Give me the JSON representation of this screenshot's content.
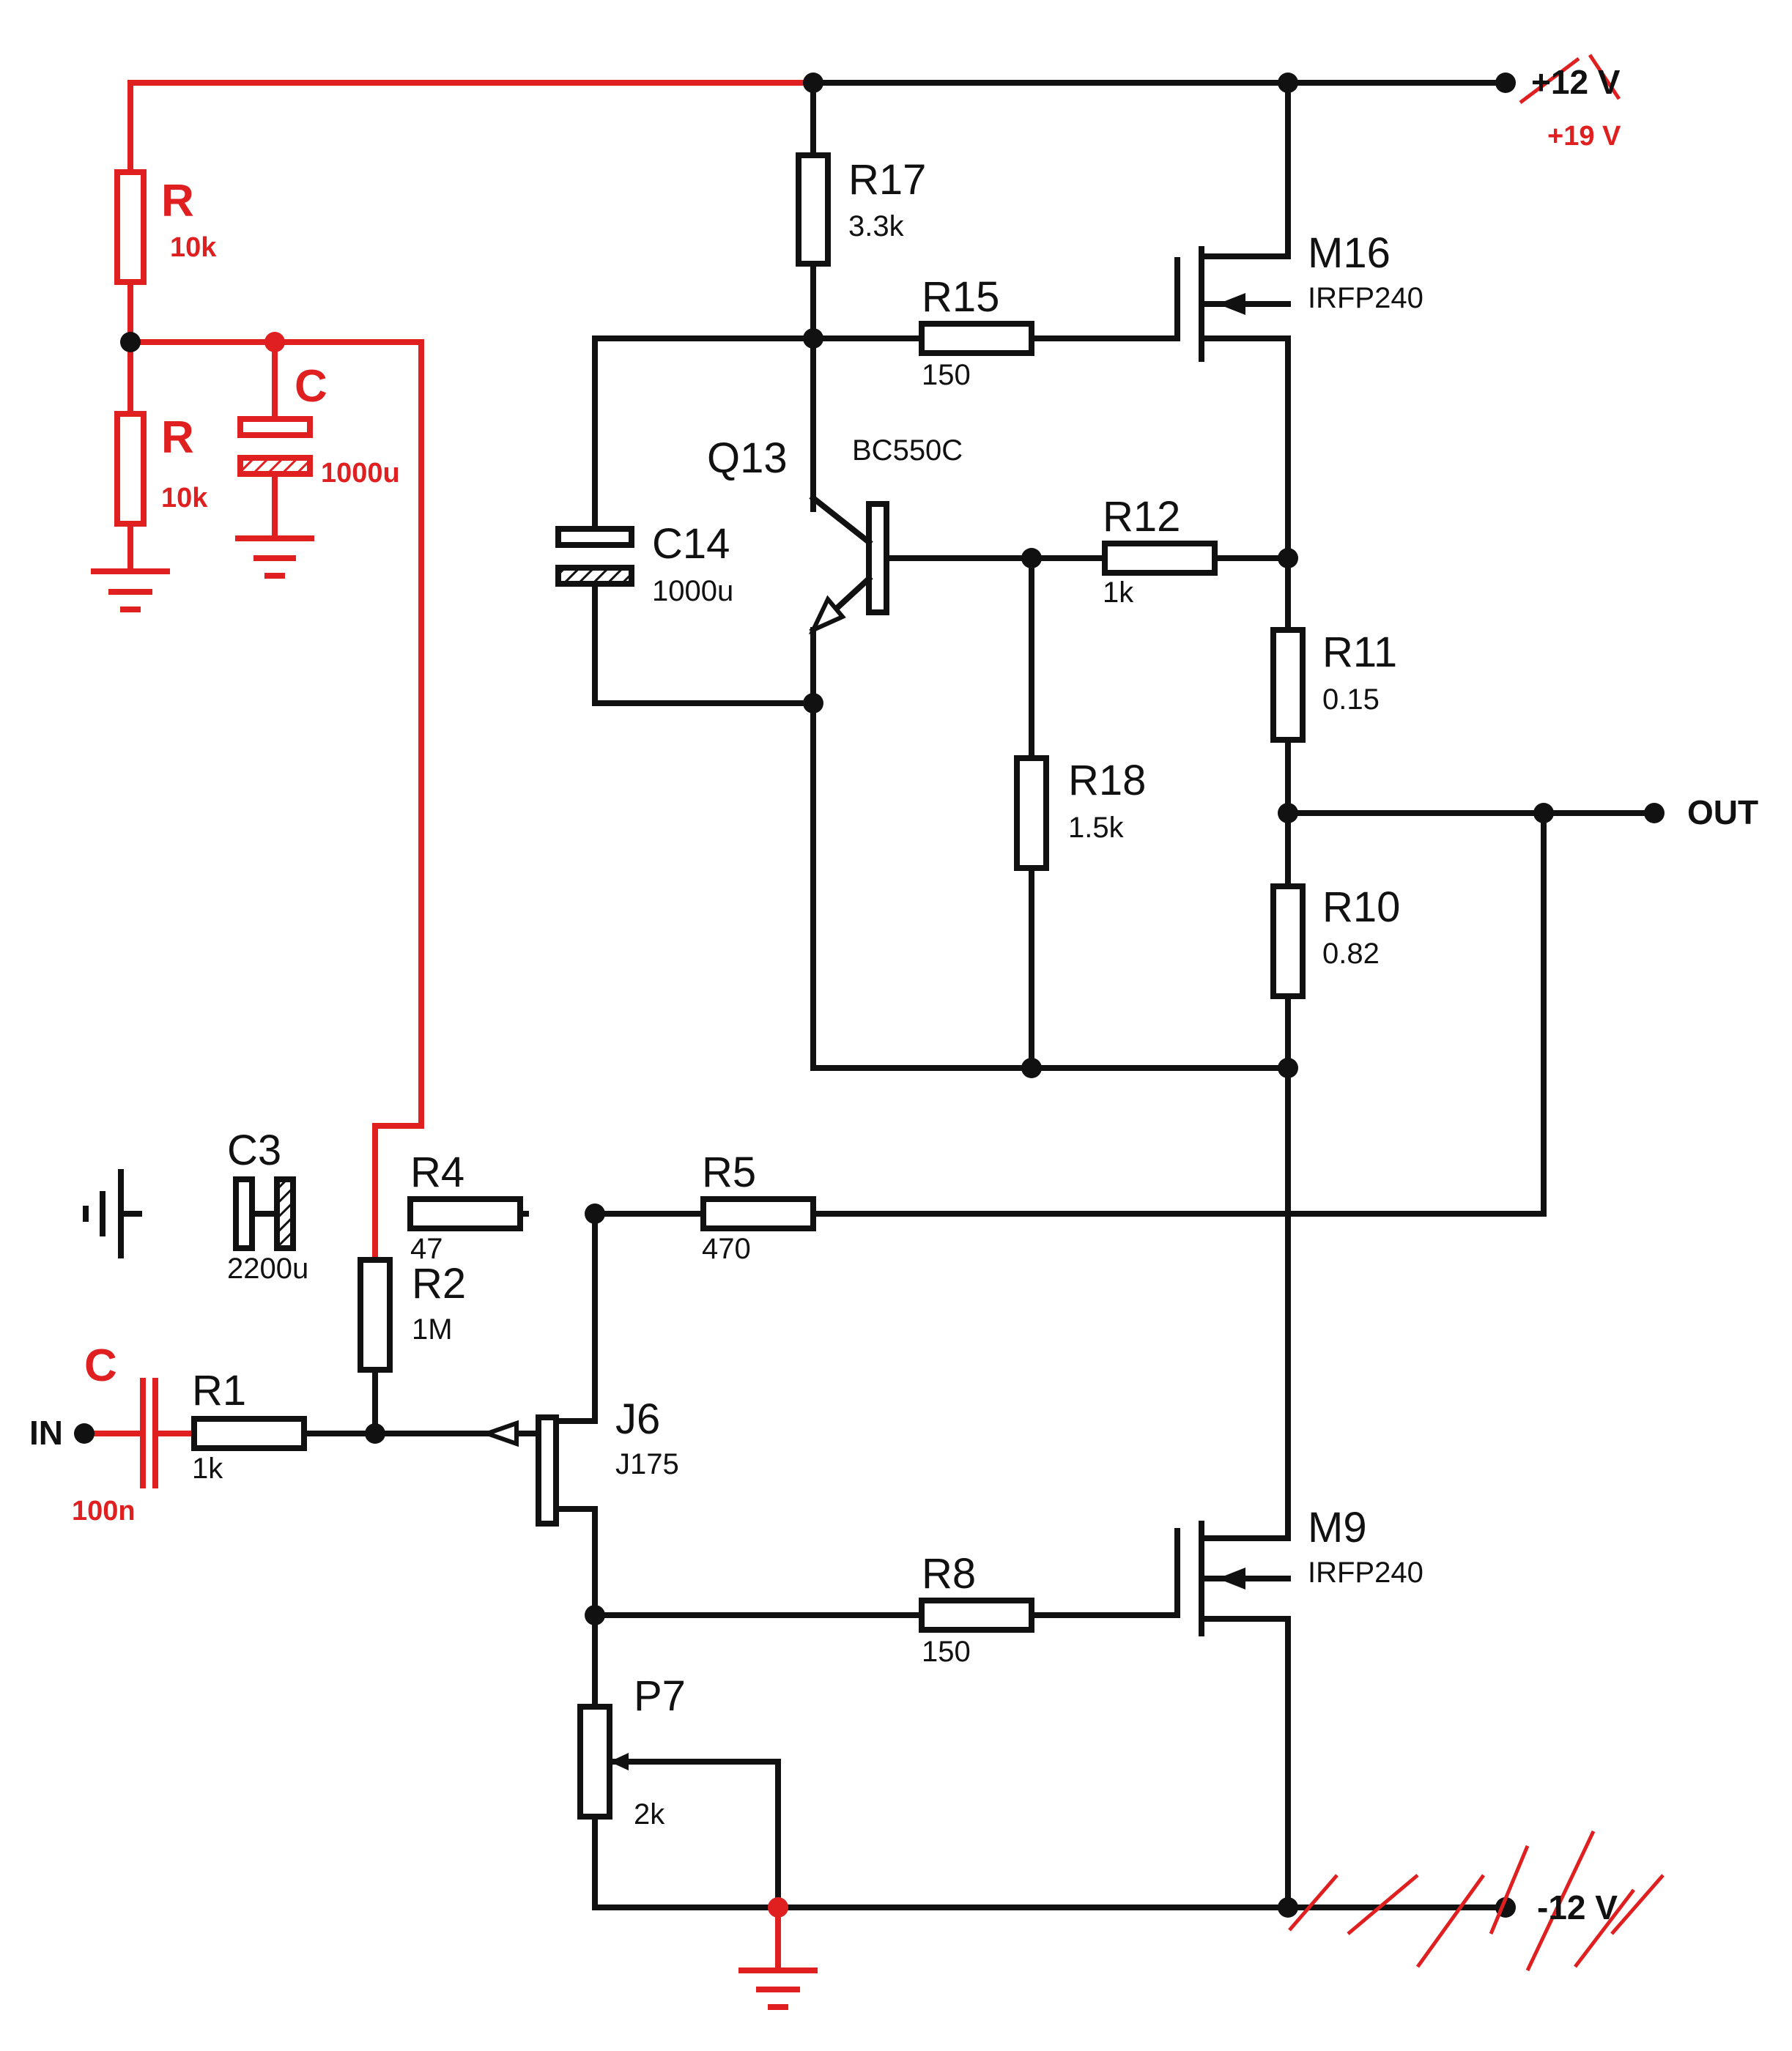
{
  "supply": {
    "pos_original": "+12 V",
    "pos_new": "+19 V",
    "neg_original": "-12 V"
  },
  "ports": {
    "in": "IN",
    "out": "OUT"
  },
  "components": {
    "r17": {
      "name": "R17",
      "value": "3.3k"
    },
    "m16": {
      "name": "M16",
      "value": "IRFP240"
    },
    "r15": {
      "name": "R15",
      "value": "150"
    },
    "q13": {
      "name": "Q13",
      "value": "BC550C"
    },
    "c14": {
      "name": "C14",
      "value": "1000u"
    },
    "r12": {
      "name": "R12",
      "value": "1k"
    },
    "r11": {
      "name": "R11",
      "value": "0.15"
    },
    "r18": {
      "name": "R18",
      "value": "1.5k"
    },
    "r10": {
      "name": "R10",
      "value": "0.82"
    },
    "c3": {
      "name": "C3",
      "value": "2200u"
    },
    "r4": {
      "name": "R4",
      "value": "47"
    },
    "r5": {
      "name": "R5",
      "value": "470"
    },
    "r2": {
      "name": "R2",
      "value": "1M"
    },
    "r1": {
      "name": "R1",
      "value": "1k"
    },
    "j6": {
      "name": "J6",
      "value": "J175"
    },
    "m9": {
      "name": "M9",
      "value": "IRFP240"
    },
    "r8": {
      "name": "R8",
      "value": "150"
    },
    "p7": {
      "name": "P7",
      "value": "2k"
    }
  },
  "added": {
    "r_top": {
      "name": "R",
      "value": "10k"
    },
    "r_bot": {
      "name": "R",
      "value": "10k"
    },
    "c_bias": {
      "name": "C",
      "value": "1000u"
    },
    "c_in": {
      "name": "C",
      "value": "100n"
    }
  },
  "colors": {
    "wire": "#111111",
    "modification": "#e02020",
    "background": "#ffffff"
  }
}
